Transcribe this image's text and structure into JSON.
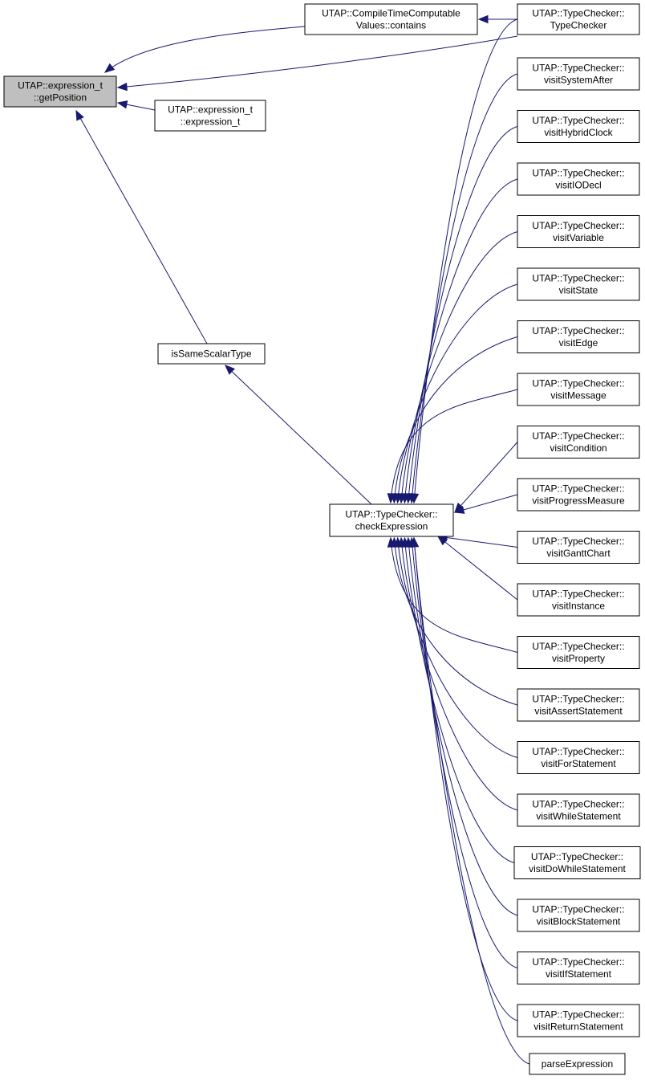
{
  "diagram": {
    "type": "doxygen-caller-graph",
    "nodes": [
      {
        "id": "getPosition",
        "lines": [
          "UTAP::expression_t",
          "::getPosition"
        ],
        "highlighted": true
      },
      {
        "id": "contains",
        "lines": [
          "UTAP::CompileTimeComputable",
          "Values::contains"
        ]
      },
      {
        "id": "typeCheckerCtor",
        "lines": [
          "UTAP::TypeChecker::",
          "TypeChecker"
        ]
      },
      {
        "id": "exprCtor",
        "lines": [
          "UTAP::expression_t",
          "::expression_t"
        ]
      },
      {
        "id": "isSameScalarType",
        "lines": [
          "isSameScalarType"
        ]
      },
      {
        "id": "checkExpression",
        "lines": [
          "UTAP::TypeChecker::",
          "checkExpression"
        ]
      },
      {
        "id": "visitSystemAfter",
        "lines": [
          "UTAP::TypeChecker::",
          "visitSystemAfter"
        ]
      },
      {
        "id": "visitHybridClock",
        "lines": [
          "UTAP::TypeChecker::",
          "visitHybridClock"
        ]
      },
      {
        "id": "visitIODecl",
        "lines": [
          "UTAP::TypeChecker::",
          "visitIODecl"
        ]
      },
      {
        "id": "visitVariable",
        "lines": [
          "UTAP::TypeChecker::",
          "visitVariable"
        ]
      },
      {
        "id": "visitState",
        "lines": [
          "UTAP::TypeChecker::",
          "visitState"
        ]
      },
      {
        "id": "visitEdge",
        "lines": [
          "UTAP::TypeChecker::",
          "visitEdge"
        ]
      },
      {
        "id": "visitMessage",
        "lines": [
          "UTAP::TypeChecker::",
          "visitMessage"
        ]
      },
      {
        "id": "visitCondition",
        "lines": [
          "UTAP::TypeChecker::",
          "visitCondition"
        ]
      },
      {
        "id": "visitProgressMeasure",
        "lines": [
          "UTAP::TypeChecker::",
          "visitProgressMeasure"
        ]
      },
      {
        "id": "visitGanttChart",
        "lines": [
          "UTAP::TypeChecker::",
          "visitGanttChart"
        ]
      },
      {
        "id": "visitInstance",
        "lines": [
          "UTAP::TypeChecker::",
          "visitInstance"
        ]
      },
      {
        "id": "visitProperty",
        "lines": [
          "UTAP::TypeChecker::",
          "visitProperty"
        ]
      },
      {
        "id": "visitAssertStatement",
        "lines": [
          "UTAP::TypeChecker::",
          "visitAssertStatement"
        ]
      },
      {
        "id": "visitForStatement",
        "lines": [
          "UTAP::TypeChecker::",
          "visitForStatement"
        ]
      },
      {
        "id": "visitWhileStatement",
        "lines": [
          "UTAP::TypeChecker::",
          "visitWhileStatement"
        ]
      },
      {
        "id": "visitDoWhileStatement",
        "lines": [
          "UTAP::TypeChecker::",
          "visitDoWhileStatement"
        ]
      },
      {
        "id": "visitBlockStatement",
        "lines": [
          "UTAP::TypeChecker::",
          "visitBlockStatement"
        ]
      },
      {
        "id": "visitIfStatement",
        "lines": [
          "UTAP::TypeChecker::",
          "visitIfStatement"
        ]
      },
      {
        "id": "visitReturnStatement",
        "lines": [
          "UTAP::TypeChecker::",
          "visitReturnStatement"
        ]
      },
      {
        "id": "parseExpression",
        "lines": [
          "parseExpression"
        ]
      }
    ],
    "edges": [
      {
        "from": "contains",
        "to": "getPosition"
      },
      {
        "from": "typeCheckerCtor",
        "to": "getPosition"
      },
      {
        "from": "exprCtor",
        "to": "getPosition"
      },
      {
        "from": "isSameScalarType",
        "to": "getPosition"
      },
      {
        "from": "typeCheckerCtor",
        "to": "contains"
      },
      {
        "from": "checkExpression",
        "to": "isSameScalarType"
      },
      {
        "from": "typeCheckerCtor",
        "to": "checkExpression"
      },
      {
        "from": "visitSystemAfter",
        "to": "checkExpression"
      },
      {
        "from": "visitHybridClock",
        "to": "checkExpression"
      },
      {
        "from": "visitIODecl",
        "to": "checkExpression"
      },
      {
        "from": "visitVariable",
        "to": "checkExpression"
      },
      {
        "from": "visitState",
        "to": "checkExpression"
      },
      {
        "from": "visitEdge",
        "to": "checkExpression"
      },
      {
        "from": "visitMessage",
        "to": "checkExpression"
      },
      {
        "from": "visitCondition",
        "to": "checkExpression"
      },
      {
        "from": "visitProgressMeasure",
        "to": "checkExpression"
      },
      {
        "from": "visitGanttChart",
        "to": "checkExpression"
      },
      {
        "from": "visitInstance",
        "to": "checkExpression"
      },
      {
        "from": "visitProperty",
        "to": "checkExpression"
      },
      {
        "from": "visitAssertStatement",
        "to": "checkExpression"
      },
      {
        "from": "visitForStatement",
        "to": "checkExpression"
      },
      {
        "from": "visitWhileStatement",
        "to": "checkExpression"
      },
      {
        "from": "visitDoWhileStatement",
        "to": "checkExpression"
      },
      {
        "from": "visitBlockStatement",
        "to": "checkExpression"
      },
      {
        "from": "visitIfStatement",
        "to": "checkExpression"
      },
      {
        "from": "visitReturnStatement",
        "to": "checkExpression"
      },
      {
        "from": "parseExpression",
        "to": "checkExpression"
      }
    ]
  }
}
